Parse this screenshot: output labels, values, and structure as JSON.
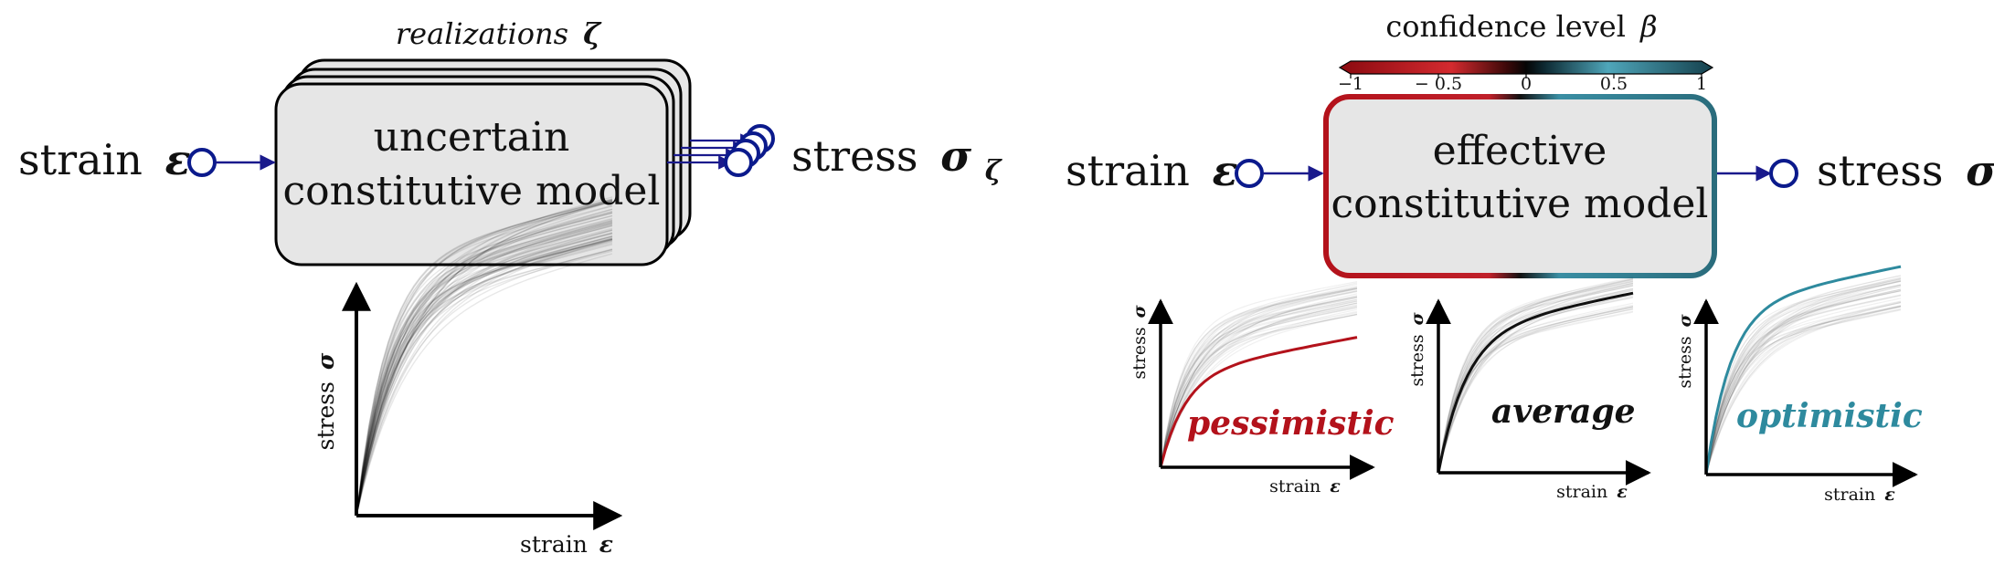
{
  "left_diagram": {
    "realizations_label": "realizations",
    "realizations_symbol": "ζ",
    "model_label_line1": "uncertain",
    "model_label_line2": "constitutive model",
    "input_label": "strain",
    "input_symbol": "ε",
    "output_label": "stress",
    "output_symbol": "σ",
    "output_subscript": "ζ",
    "plot": {
      "ylabel": "stress",
      "ylabel_symbol": "σ",
      "xlabel": "strain",
      "xlabel_symbol": "ε"
    }
  },
  "right_diagram": {
    "colorbar": {
      "title": "confidence level",
      "title_symbol": "β",
      "ticks": [
        "−1",
        "− 0.5",
        "0",
        "0.5",
        "1"
      ],
      "tick_values": [
        -1,
        -0.5,
        0,
        0.5,
        1
      ],
      "colors": {
        "pessimistic": "#b3121b",
        "neutral": "#111111",
        "optimistic": "#2e8a9e"
      }
    },
    "model_label_line1": "effective",
    "model_label_line2": "constitutive model",
    "input_label": "strain",
    "input_symbol": "ε",
    "output_label": "stress",
    "output_symbol": "σ",
    "plots": [
      {
        "title": "pessimistic",
        "color": "#b3121b",
        "ylabel": "stress",
        "ylabel_symbol": "σ",
        "xlabel": "strain",
        "xlabel_symbol": "ε"
      },
      {
        "title": "average",
        "color": "#111111",
        "ylabel": "stress",
        "ylabel_symbol": "σ",
        "xlabel": "strain",
        "xlabel_symbol": "ε"
      },
      {
        "title": "optimistic",
        "color": "#2e8a9e",
        "ylabel": "stress",
        "ylabel_symbol": "σ",
        "xlabel": "strain",
        "xlabel_symbol": "ε"
      }
    ]
  },
  "colors": {
    "box_fill": "#e6e6e6",
    "arrow": "#1a1a8c",
    "node": "#0b1a8c"
  }
}
